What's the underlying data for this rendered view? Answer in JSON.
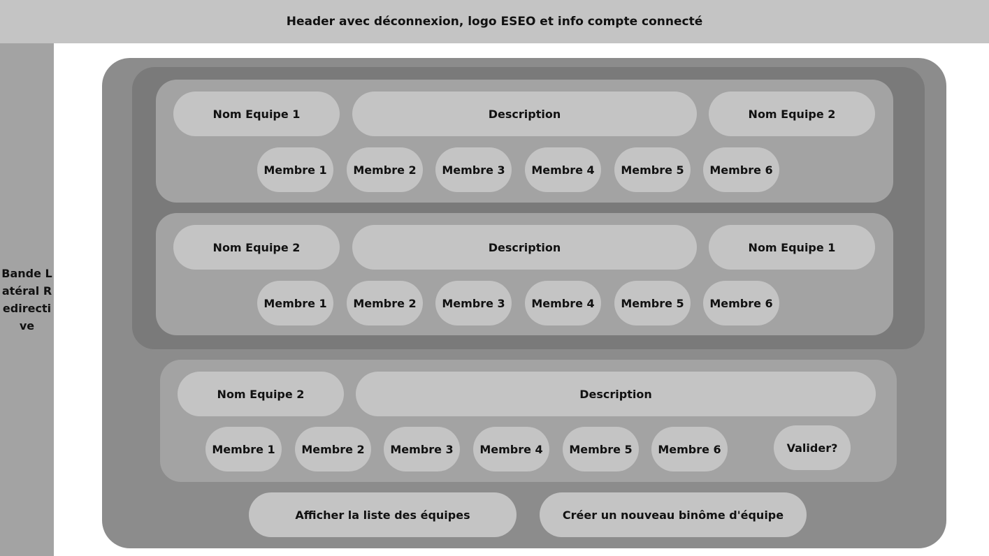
{
  "header": {
    "title": "Header avec déconnexion, logo ESEO et info compte connecté"
  },
  "sidebar": {
    "label": "Bande Latéral Redirective"
  },
  "teams": [
    {
      "left_name": "Nom Equipe 1",
      "description": "Description",
      "right_name": "Nom Equipe 2",
      "members": [
        "Membre 1",
        "Membre 2",
        "Membre 3",
        "Membre 4",
        "Membre 5",
        "Membre 6"
      ]
    },
    {
      "left_name": "Nom Equipe 2",
      "description": "Description",
      "right_name": "Nom Equipe 1",
      "members": [
        "Membre 1",
        "Membre 2",
        "Membre 3",
        "Membre 4",
        "Membre 5",
        "Membre 6"
      ]
    }
  ],
  "new_team": {
    "name": "Nom Equipe 2",
    "description": "Description",
    "members": [
      "Membre 1",
      "Membre 2",
      "Membre 3",
      "Membre 4",
      "Membre 5",
      "Membre 6"
    ],
    "validate_label": "Valider?"
  },
  "actions": {
    "list_label": "Afficher la liste des équipes",
    "create_label": "Créer un nouveau binôme d'équipe"
  }
}
